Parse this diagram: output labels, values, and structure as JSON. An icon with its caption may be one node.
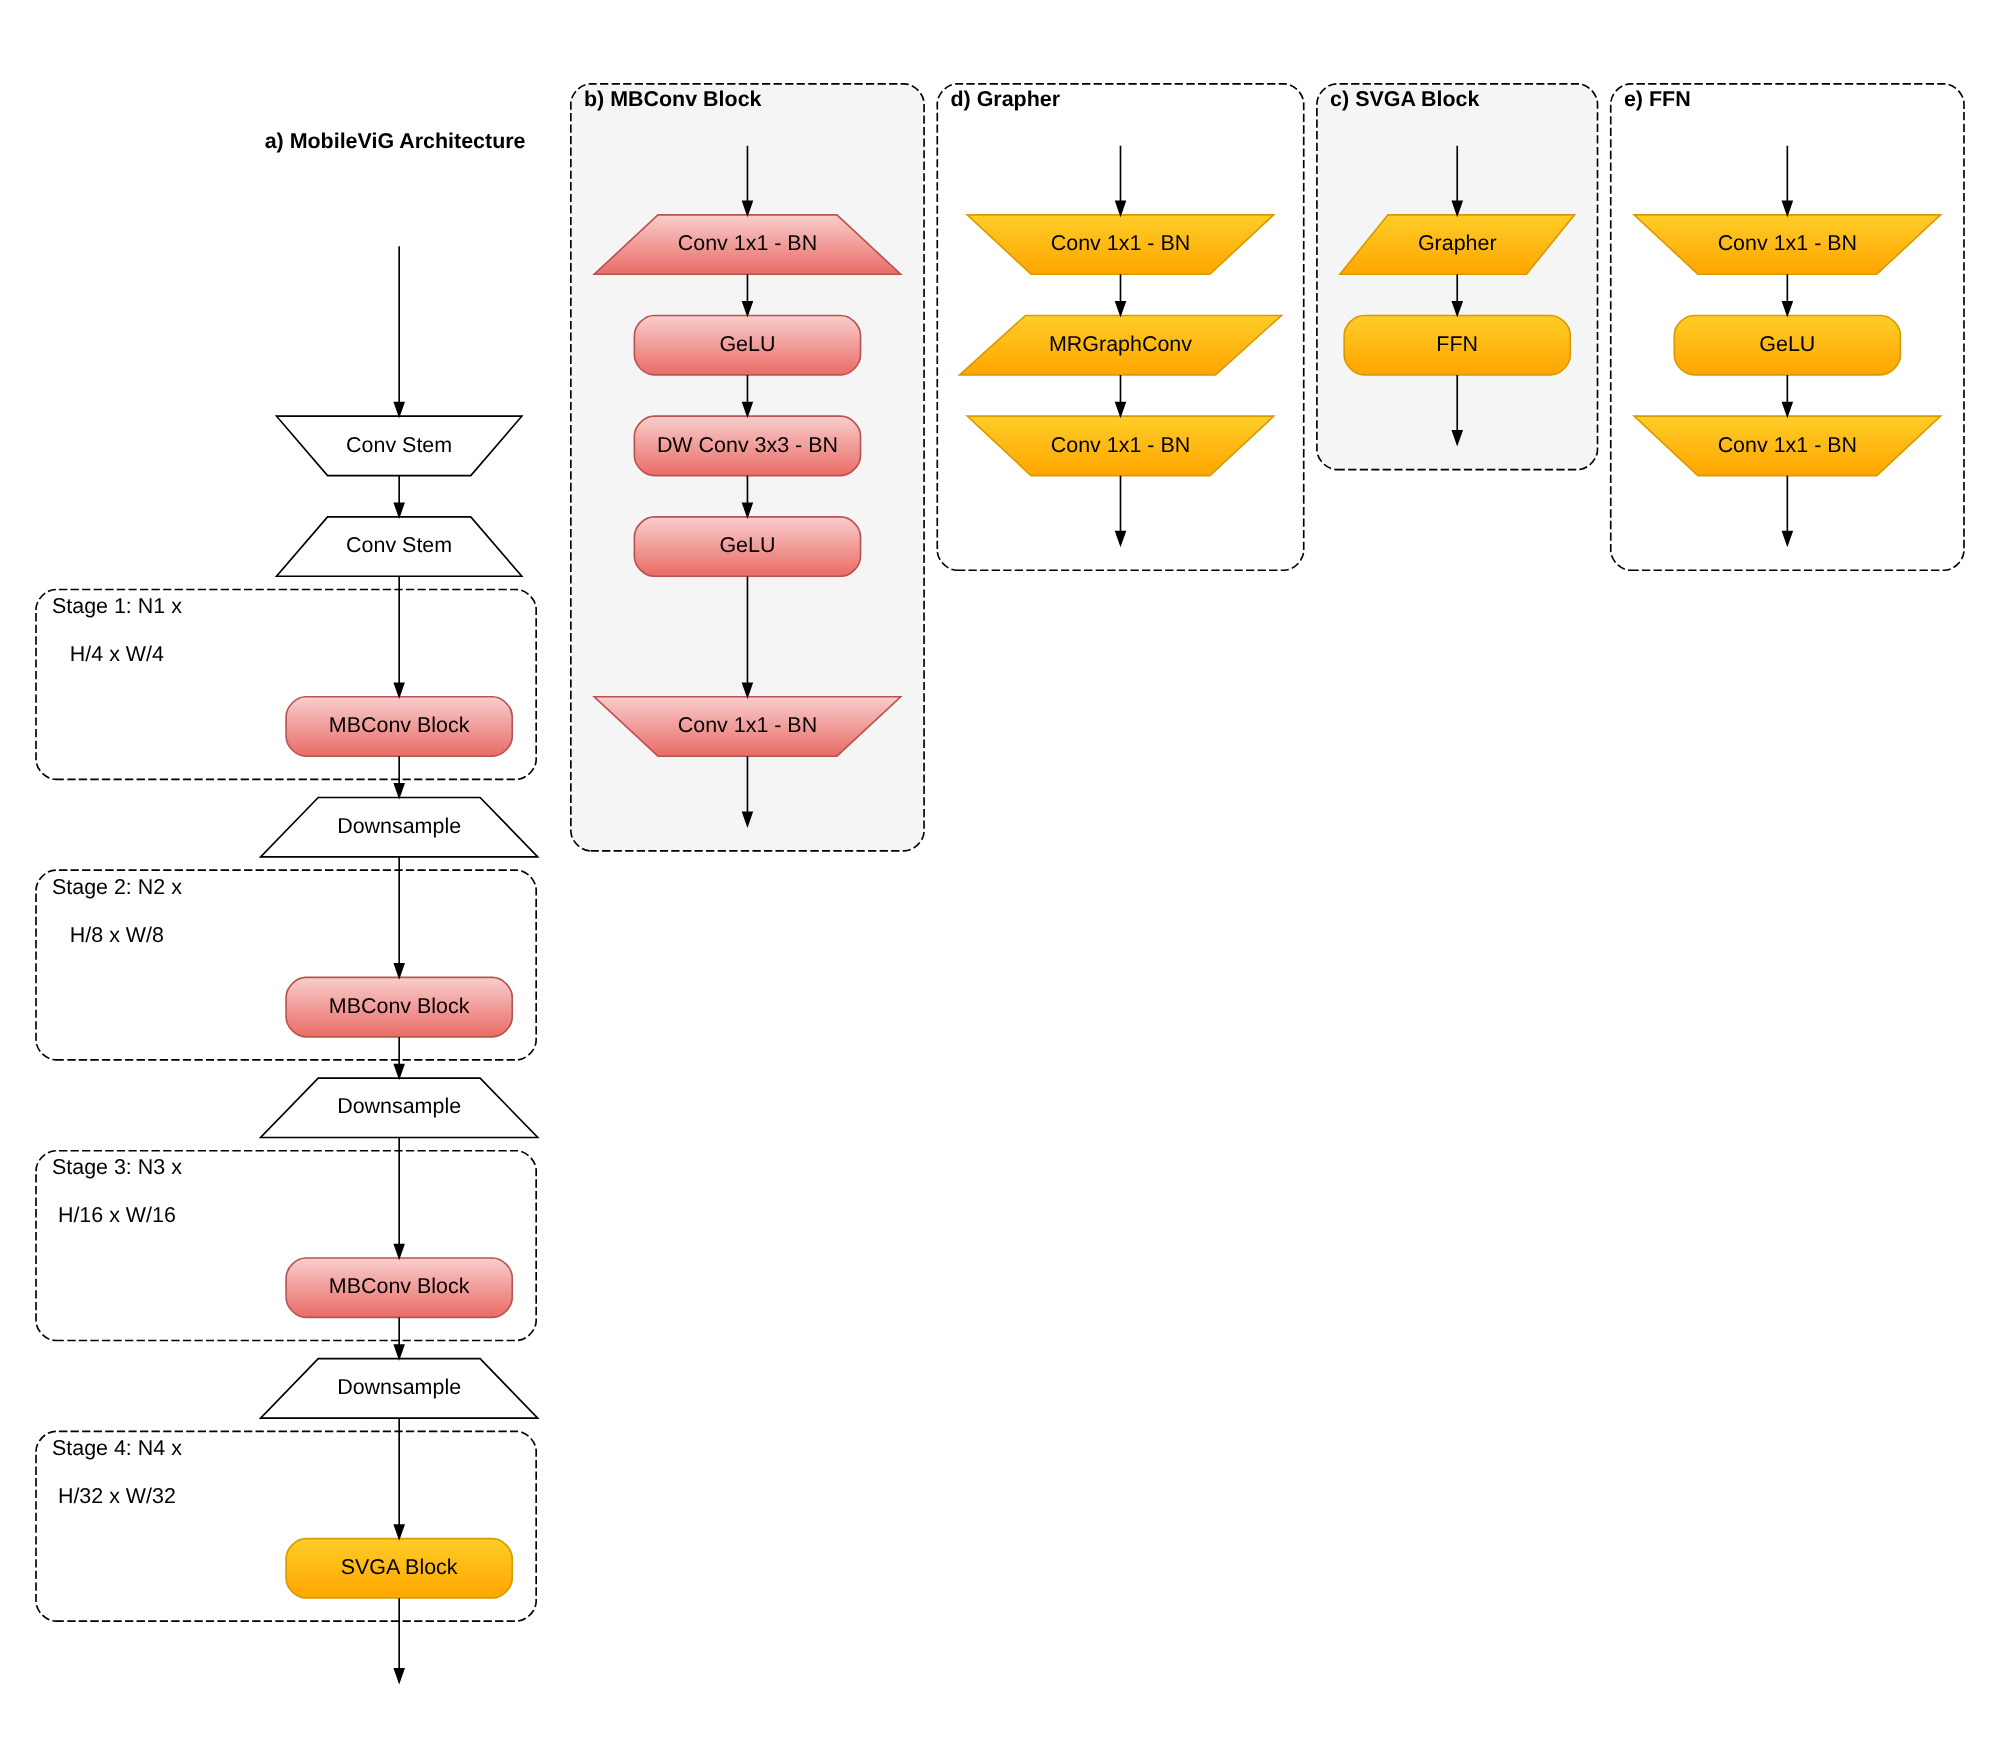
{
  "diagram": {
    "nodes": [
      {
        "text": [
          "Conv Stem"
        ]
      },
      {
        "text": [
          "Conv Stem"
        ]
      },
      {
        "text": [
          "Stage 1: N1 x",
          "H/4 x W/4"
        ]
      },
      {
        "text": [
          "MBConv Block"
        ],
        "in": 2
      },
      {
        "text": [
          "Downsample"
        ]
      },
      {
        "text": [
          "Stage 2: N2 x",
          "H/8 x W/8"
        ]
      },
      {
        "text": [
          "MBConv Block"
        ],
        "in": 5
      },
      {
        "text": [
          "Downsample"
        ]
      },
      {
        "text": [
          "Stage 3: N3 x",
          "H/16 x W/16"
        ]
      },
      {
        "text": [
          "MBConv Block"
        ],
        "in": 8
      },
      {
        "text": [
          "Downsample"
        ]
      },
      {
        "text": [
          "Stage 4: N4 x",
          "H/32 x W/32"
        ]
      },
      {
        "text": [
          "SVGA Block"
        ],
        "in": 11
      },
      {
        "text": [
          "b) MBConv Block"
        ]
      },
      {
        "text": [
          "Conv 1x1 - BN"
        ],
        "in": 13
      },
      {
        "text": [
          "GeLU"
        ],
        "in": 13
      },
      {
        "text": [
          "DW Conv 3x3 - BN"
        ],
        "in": 13
      },
      {
        "text": [
          "GeLU"
        ],
        "in": 13
      },
      {
        "text": [
          "Conv 1x1 - BN"
        ],
        "in": 13
      },
      {
        "text": [
          "d) Grapher"
        ]
      },
      {
        "text": [
          "Conv 1x1 - BN"
        ],
        "in": 19
      },
      {
        "text": [
          "MRGraphConv"
        ],
        "in": 19
      },
      {
        "text": [
          "Conv 1x1 - BN"
        ],
        "in": 19
      },
      {
        "text": [
          "c) SVGA Block"
        ]
      },
      {
        "text": [
          "Grapher"
        ],
        "in": 23
      },
      {
        "text": [
          "FFN"
        ],
        "in": 23
      },
      {
        "text": [
          "e) FFN"
        ]
      },
      {
        "text": [
          "Conv 1x1 - BN"
        ],
        "in": 26
      },
      {
        "text": [
          "GeLU"
        ],
        "in": 26
      },
      {
        "text": [
          "Conv 1x1 - BN"
        ],
        "in": 26
      }
    ],
    "edges": [
      {
        "from": null,
        "to": 0,
        "arrow": "to"
      },
      {
        "from": 0,
        "to": 1,
        "arrow": "to"
      },
      {
        "from": 1,
        "to": 3,
        "arrow": "to"
      },
      {
        "from": 3,
        "to": 4,
        "arrow": "to"
      },
      {
        "from": 4,
        "to": 6,
        "arrow": "to"
      },
      {
        "from": 6,
        "to": 7,
        "arrow": "to"
      },
      {
        "from": 7,
        "to": 9,
        "arrow": "to"
      },
      {
        "from": 9,
        "to": 10,
        "arrow": "to"
      },
      {
        "from": 10,
        "to": 12,
        "arrow": "to"
      },
      {
        "from": 12,
        "to": null,
        "arrow": "to"
      },
      {
        "from": null,
        "to": 14,
        "arrow": "to"
      },
      {
        "from": 14,
        "to": 15,
        "arrow": "to"
      },
      {
        "from": 15,
        "to": 16,
        "arrow": "to"
      },
      {
        "from": 16,
        "to": 17,
        "arrow": "to"
      },
      {
        "from": 17,
        "to": 18,
        "arrow": "to"
      },
      {
        "from": 18,
        "to": null,
        "arrow": "to"
      },
      {
        "from": null,
        "to": 20,
        "arrow": "to"
      },
      {
        "from": 20,
        "to": 21,
        "arrow": "to"
      },
      {
        "from": 21,
        "to": 22,
        "arrow": "to"
      },
      {
        "from": 22,
        "to": null,
        "arrow": "to"
      },
      {
        "from": null,
        "to": 24,
        "arrow": "to"
      },
      {
        "from": 24,
        "to": 25,
        "arrow": "to"
      },
      {
        "from": 25,
        "to": null,
        "arrow": "to"
      },
      {
        "from": null,
        "to": 27,
        "arrow": "to"
      },
      {
        "from": 27,
        "to": 28,
        "arrow": "to"
      },
      {
        "from": 28,
        "to": 29,
        "arrow": "to"
      },
      {
        "from": 29,
        "to": null,
        "arrow": "to"
      }
    ],
    "labels": [
      "a) MobileViG Architecture"
    ]
  }
}
